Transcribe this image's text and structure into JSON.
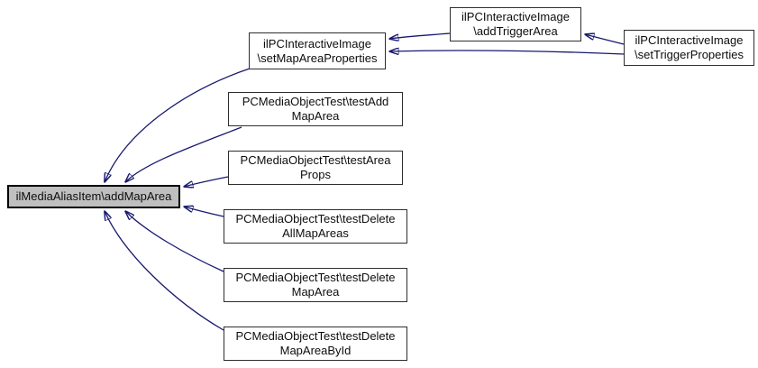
{
  "diagram": {
    "kind": "doxygen-caller-graph",
    "focus_function": "ilMediaAliasItem\\addMapArea",
    "colors": {
      "edge": "#191970",
      "node_border": "#2e2e2e",
      "node_fill": "#ffffff",
      "highlight_fill": "#bfbfbf",
      "text": "#0d0d0d",
      "background": "#ffffff"
    },
    "nodes": {
      "addMapArea": {
        "line1": "ilMediaAliasItem\\addMapArea",
        "highlighted": true
      },
      "setMapAreaProperties": {
        "line1": "ilPCInteractiveImage",
        "line2": "\\setMapAreaProperties",
        "highlighted": false
      },
      "addTriggerArea": {
        "line1": "ilPCInteractiveImage",
        "line2": "\\addTriggerArea",
        "highlighted": false
      },
      "setTriggerProperties": {
        "line1": "ilPCInteractiveImage",
        "line2": "\\setTriggerProperties",
        "highlighted": false
      },
      "testAddMapArea": {
        "line1": "PCMediaObjectTest\\testAdd",
        "line2": "MapArea",
        "highlighted": false
      },
      "testAreaProps": {
        "line1": "PCMediaObjectTest\\testArea",
        "line2": "Props",
        "highlighted": false
      },
      "testDeleteAllMapAreas": {
        "line1": "PCMediaObjectTest\\testDelete",
        "line2": "AllMapAreas",
        "highlighted": false
      },
      "testDeleteMapArea": {
        "line1": "PCMediaObjectTest\\testDelete",
        "line2": "MapArea",
        "highlighted": false
      },
      "testDeleteMapAreaById": {
        "line1": "PCMediaObjectTest\\testDelete",
        "line2": "MapAreaById",
        "highlighted": false
      }
    },
    "edges": [
      {
        "from": "setMapAreaProperties",
        "to": "addMapArea"
      },
      {
        "from": "testAddMapArea",
        "to": "addMapArea"
      },
      {
        "from": "testAreaProps",
        "to": "addMapArea"
      },
      {
        "from": "testDeleteAllMapAreas",
        "to": "addMapArea"
      },
      {
        "from": "testDeleteMapArea",
        "to": "addMapArea"
      },
      {
        "from": "testDeleteMapAreaById",
        "to": "addMapArea"
      },
      {
        "from": "addTriggerArea",
        "to": "setMapAreaProperties"
      },
      {
        "from": "setTriggerProperties",
        "to": "setMapAreaProperties"
      },
      {
        "from": "setTriggerProperties",
        "to": "addTriggerArea"
      }
    ]
  }
}
